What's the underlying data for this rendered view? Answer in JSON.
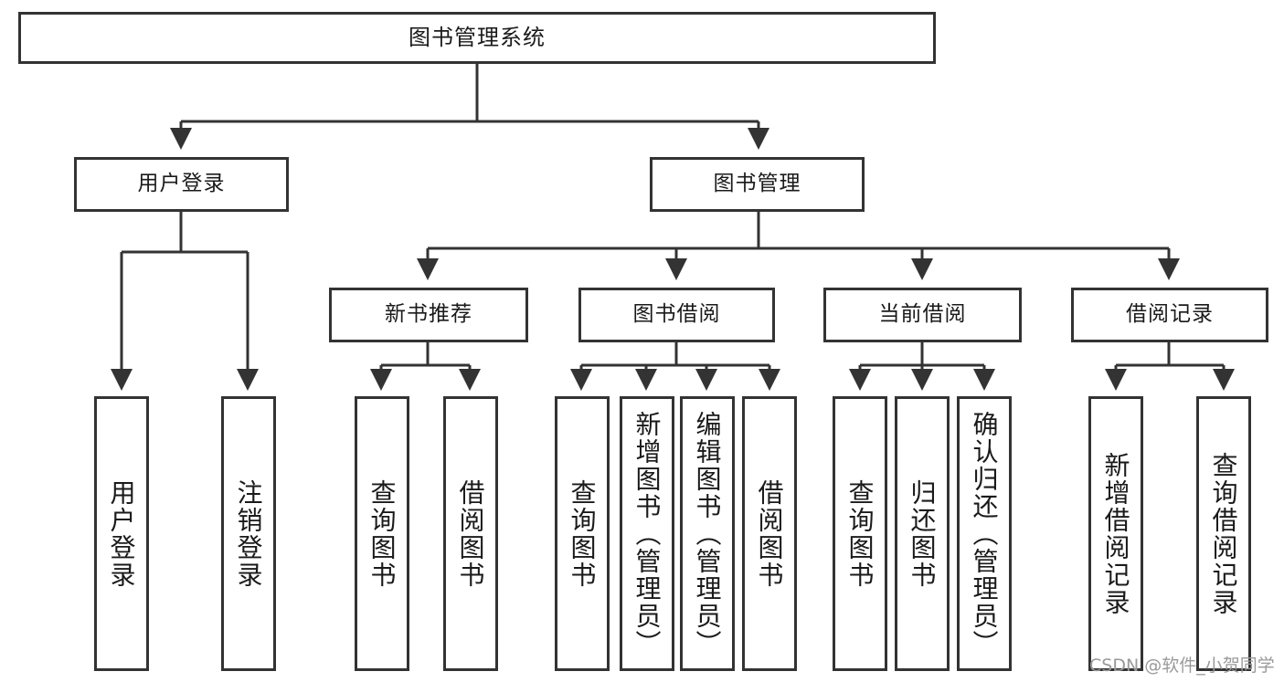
{
  "diagram": {
    "title_node": {
      "label": "图书管理系统"
    },
    "level2": [
      {
        "id": "user-login",
        "label": "用户登录"
      },
      {
        "id": "book-management",
        "label": "图书管理"
      }
    ],
    "level3": [
      {
        "id": "new-book-recommend",
        "label": "新书推荐"
      },
      {
        "id": "book-borrow",
        "label": "图书借阅"
      },
      {
        "id": "current-borrow",
        "label": "当前借阅"
      },
      {
        "id": "borrow-record",
        "label": "借阅记录"
      }
    ],
    "leaves": [
      {
        "id": "leaf-user-login",
        "label": "用户登录",
        "parent": "user-login"
      },
      {
        "id": "leaf-logout-login",
        "label": "注销登录",
        "parent": "user-login"
      },
      {
        "id": "leaf-query-book-1",
        "label": "查询图书",
        "parent": "new-book-recommend"
      },
      {
        "id": "leaf-borrow-book-1",
        "label": "借阅图书",
        "parent": "new-book-recommend"
      },
      {
        "id": "leaf-query-book-2",
        "label": "查询图书",
        "parent": "book-borrow"
      },
      {
        "id": "leaf-add-book",
        "label": "新增图书（管理员）",
        "parent": "book-borrow"
      },
      {
        "id": "leaf-edit-book",
        "label": "编辑图书（管理员）",
        "parent": "book-borrow"
      },
      {
        "id": "leaf-borrow-book-2",
        "label": "借阅图书",
        "parent": "book-borrow"
      },
      {
        "id": "leaf-query-book-3",
        "label": "查询图书",
        "parent": "current-borrow"
      },
      {
        "id": "leaf-return-book",
        "label": "归还图书",
        "parent": "current-borrow"
      },
      {
        "id": "leaf-confirm-return",
        "label": "确认归还（管理员）",
        "parent": "current-borrow"
      },
      {
        "id": "leaf-add-record",
        "label": "新增借阅记录",
        "parent": "borrow-record"
      },
      {
        "id": "leaf-query-record",
        "label": "查询借阅记录",
        "parent": "borrow-record"
      }
    ],
    "watermark": "CSDN @软件_小贺同学",
    "colors": {
      "stroke": "#333333",
      "background": "#ffffff",
      "text": "#1a1a1a",
      "watermark": "#9a9a9a"
    }
  }
}
